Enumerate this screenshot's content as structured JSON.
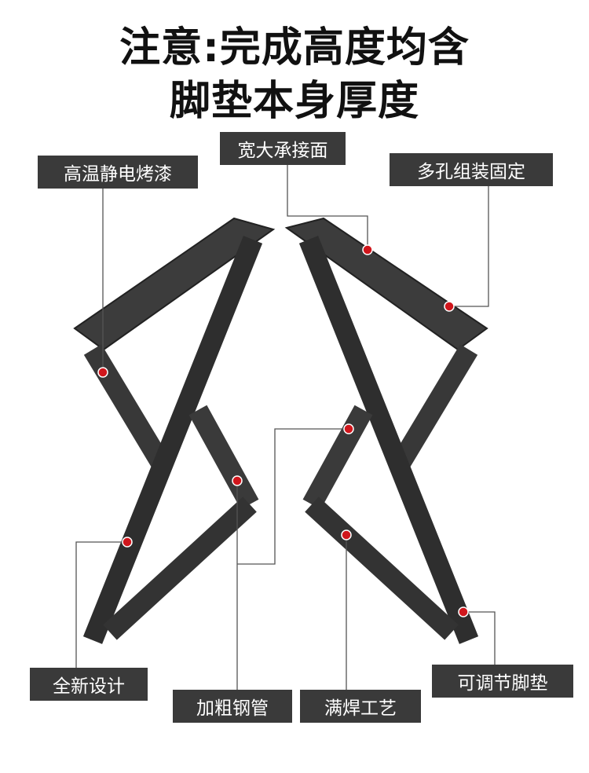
{
  "title": {
    "line1": "注意:完成高度均含",
    "line2": "脚垫本身厚度"
  },
  "labels": {
    "surface": "宽大承接面",
    "paint": "高温静电烤漆",
    "holes": "多孔组装固定",
    "design": "全新设计",
    "tube": "加粗钢管",
    "weld": "满焊工艺",
    "foot": "可调节脚垫"
  },
  "colors": {
    "leg": "#333333",
    "label_bg": "#3a3a3a",
    "dot": "#d0161c"
  }
}
